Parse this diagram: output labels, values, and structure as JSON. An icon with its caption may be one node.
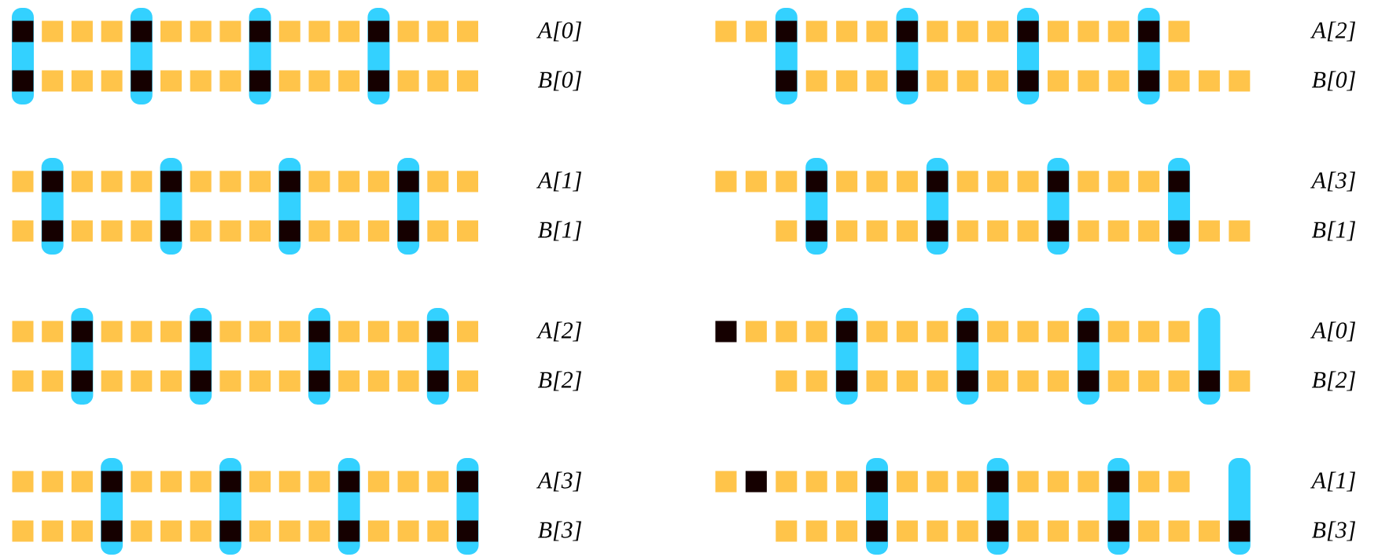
{
  "diagram": {
    "labels": [
      "A[0]",
      "A[2]",
      "B[0]",
      "B[0]",
      "A[1]",
      "A[3]",
      "B[1]",
      "B[1]",
      "A[2]",
      "A[0]",
      "B[2]",
      "B[2]",
      "A[3]",
      "A[1]",
      "B[3]",
      "B[3]"
    ]
  }
}
